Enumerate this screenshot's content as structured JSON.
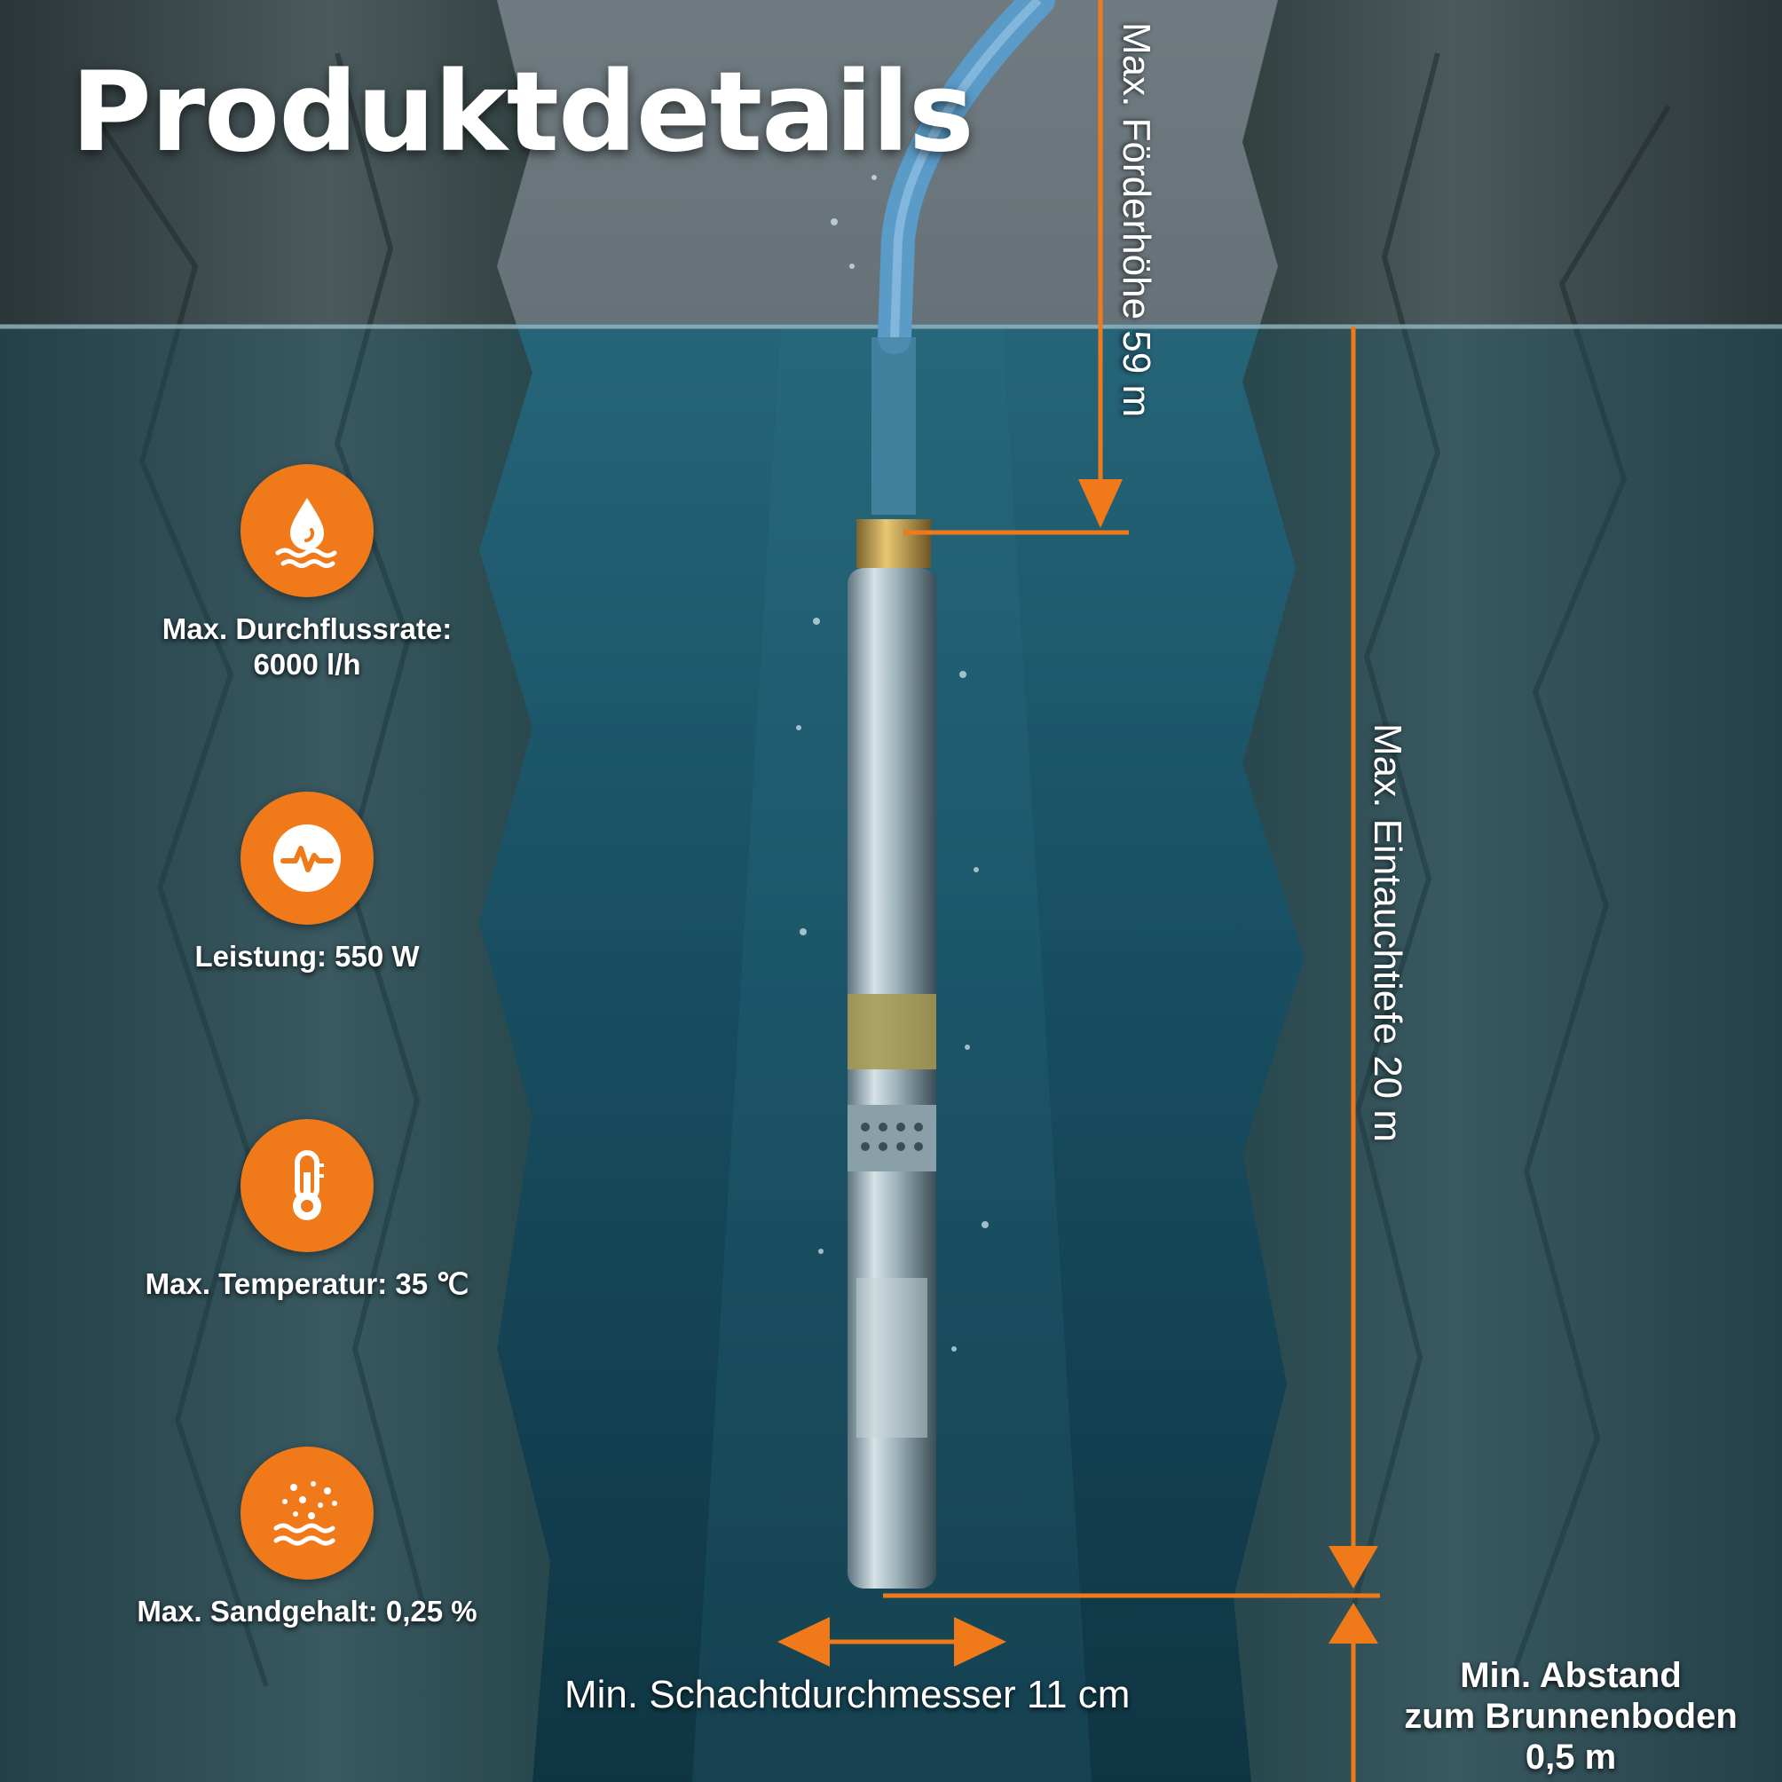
{
  "title": "Produktdetails",
  "colors": {
    "accent": "#f07a1a",
    "water": "#1f5a70",
    "rock": "#3a4a4f"
  },
  "specs": [
    {
      "icon": "water-drop-icon",
      "line1": "Max. Durchflussrate:",
      "line2": "6000 l/h"
    },
    {
      "icon": "pulse-icon",
      "line1": "Leistung: 550 W",
      "line2": ""
    },
    {
      "icon": "thermometer-icon",
      "line1": "Max. Temperatur: 35 ℃",
      "line2": ""
    },
    {
      "icon": "sand-icon",
      "line1": "Max. Sandgehalt: 0,25 %",
      "line2": ""
    }
  ],
  "dimensions": {
    "head": "Max. Förderhöhe 59 m",
    "depth": "Max. Eintauchtiefe 20 m",
    "diameter": "Min. Schachtdurchmesser 11 cm",
    "bottom_line1": "Min. Abstand",
    "bottom_line2": "zum Brunnenboden",
    "bottom_line3": "0,5 m"
  }
}
